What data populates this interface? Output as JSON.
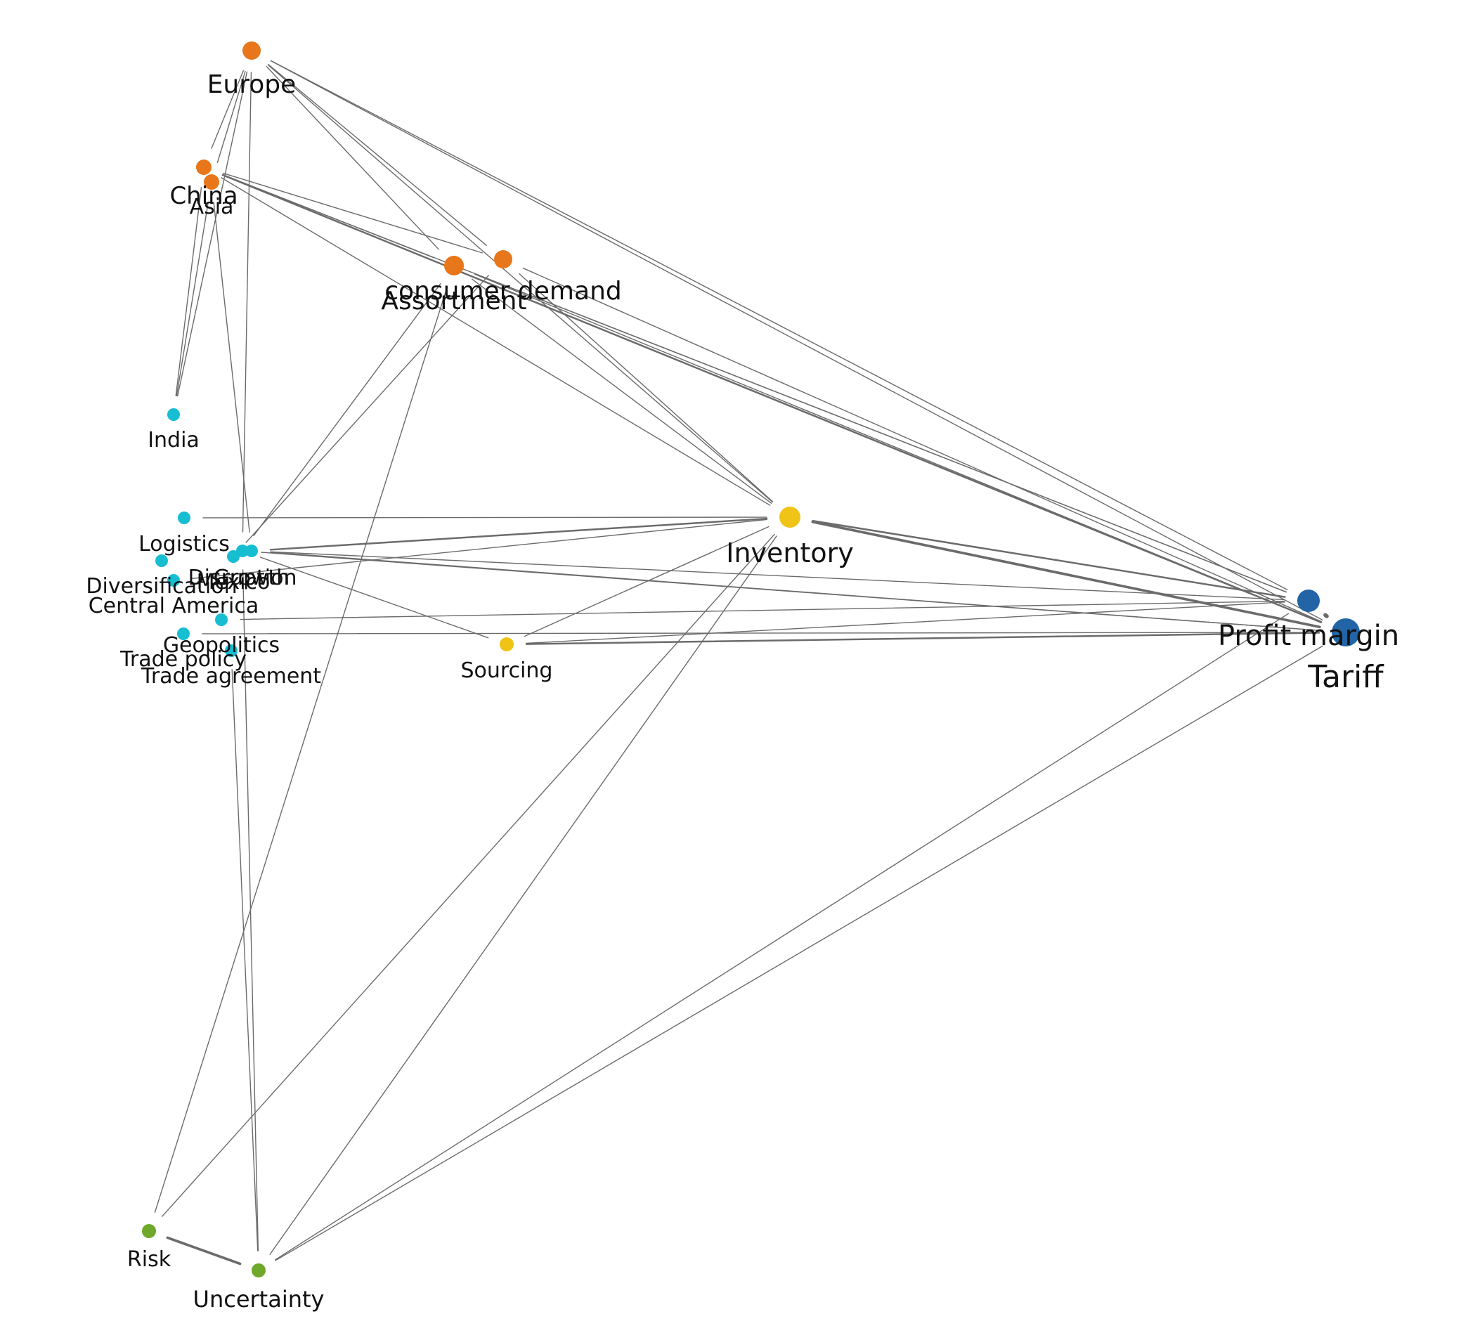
{
  "colors": {
    "orange": "#e8761a",
    "cyan": "#17bdd1",
    "yellow": "#efc417",
    "blue": "#2264a6",
    "green": "#6fa82a",
    "edge": "#6b6b6b"
  },
  "graph": {
    "nodes": [
      {
        "id": "europe",
        "label": "Europe",
        "group": "orange"
      },
      {
        "id": "china",
        "label": "China",
        "group": "orange"
      },
      {
        "id": "asia",
        "label": "Asia",
        "group": "orange"
      },
      {
        "id": "consumer-demand",
        "label": "consumer demand",
        "group": "orange"
      },
      {
        "id": "assortment",
        "label": "Assortment",
        "group": "orange"
      },
      {
        "id": "india",
        "label": "India",
        "group": "cyan"
      },
      {
        "id": "logistics",
        "label": "Logistics",
        "group": "cyan"
      },
      {
        "id": "disruption",
        "label": "Disruption",
        "group": "cyan"
      },
      {
        "id": "growth",
        "label": "Growth",
        "group": "cyan"
      },
      {
        "id": "mexico",
        "label": "Mexico",
        "group": "cyan"
      },
      {
        "id": "diversification",
        "label": "Diversification",
        "group": "cyan"
      },
      {
        "id": "central-america",
        "label": "Central America",
        "group": "cyan"
      },
      {
        "id": "geopolitics",
        "label": "Geopolitics",
        "group": "cyan"
      },
      {
        "id": "trade-policy",
        "label": "Trade policy",
        "group": "cyan"
      },
      {
        "id": "trade-agreement",
        "label": "Trade agreement",
        "group": "cyan"
      },
      {
        "id": "inventory",
        "label": "Inventory",
        "group": "yellow"
      },
      {
        "id": "sourcing",
        "label": "Sourcing",
        "group": "yellow"
      },
      {
        "id": "profit-margin",
        "label": "Profit margin",
        "group": "blue"
      },
      {
        "id": "tariff",
        "label": "Tariff",
        "group": "blue"
      },
      {
        "id": "risk",
        "label": "Risk",
        "group": "green"
      },
      {
        "id": "uncertainty",
        "label": "Uncertainty",
        "group": "green"
      }
    ],
    "edges": [
      {
        "source": "europe",
        "target": "china",
        "weight": 1
      },
      {
        "source": "europe",
        "target": "asia",
        "weight": 1
      },
      {
        "source": "europe",
        "target": "india",
        "weight": 1
      },
      {
        "source": "europe",
        "target": "disruption",
        "weight": 1
      },
      {
        "source": "europe",
        "target": "assortment",
        "weight": 1
      },
      {
        "source": "europe",
        "target": "consumer-demand",
        "weight": 1
      },
      {
        "source": "europe",
        "target": "inventory",
        "weight": 1
      },
      {
        "source": "europe",
        "target": "profit-margin",
        "weight": 1
      },
      {
        "source": "europe",
        "target": "tariff",
        "weight": 1
      },
      {
        "source": "china",
        "target": "india",
        "weight": 1
      },
      {
        "source": "asia",
        "target": "india",
        "weight": 1
      },
      {
        "source": "china",
        "target": "consumer-demand",
        "weight": 1
      },
      {
        "source": "china",
        "target": "assortment",
        "weight": 1
      },
      {
        "source": "china",
        "target": "inventory",
        "weight": 1
      },
      {
        "source": "china",
        "target": "profit-margin",
        "weight": 1
      },
      {
        "source": "china",
        "target": "tariff",
        "weight": 2
      },
      {
        "source": "asia",
        "target": "growth",
        "weight": 1
      },
      {
        "source": "consumer-demand",
        "target": "inventory",
        "weight": 1
      },
      {
        "source": "consumer-demand",
        "target": "tariff",
        "weight": 1
      },
      {
        "source": "consumer-demand",
        "target": "mexico",
        "weight": 1
      },
      {
        "source": "assortment",
        "target": "disruption",
        "weight": 1
      },
      {
        "source": "assortment",
        "target": "inventory",
        "weight": 1
      },
      {
        "source": "assortment",
        "target": "profit-margin",
        "weight": 1
      },
      {
        "source": "assortment",
        "target": "tariff",
        "weight": 1
      },
      {
        "source": "assortment",
        "target": "risk",
        "weight": 1
      },
      {
        "source": "logistics",
        "target": "inventory",
        "weight": 1
      },
      {
        "source": "growth",
        "target": "inventory",
        "weight": 2
      },
      {
        "source": "growth",
        "target": "profit-margin",
        "weight": 1
      },
      {
        "source": "growth",
        "target": "tariff",
        "weight": 1
      },
      {
        "source": "disruption",
        "target": "sourcing",
        "weight": 1
      },
      {
        "source": "disruption",
        "target": "tariff",
        "weight": 1
      },
      {
        "source": "central-america",
        "target": "inventory",
        "weight": 1
      },
      {
        "source": "geopolitics",
        "target": "profit-margin",
        "weight": 1
      },
      {
        "source": "trade-policy",
        "target": "tariff",
        "weight": 1
      },
      {
        "source": "trade-agreement",
        "target": "uncertainty",
        "weight": 1
      },
      {
        "source": "disruption",
        "target": "uncertainty",
        "weight": 1
      },
      {
        "source": "sourcing",
        "target": "inventory",
        "weight": 1
      },
      {
        "source": "sourcing",
        "target": "profit-margin",
        "weight": 1
      },
      {
        "source": "sourcing",
        "target": "tariff",
        "weight": 2
      },
      {
        "source": "inventory",
        "target": "profit-margin",
        "weight": 2
      },
      {
        "source": "inventory",
        "target": "tariff",
        "weight": 3
      },
      {
        "source": "inventory",
        "target": "risk",
        "weight": 1
      },
      {
        "source": "inventory",
        "target": "uncertainty",
        "weight": 1
      },
      {
        "source": "profit-margin",
        "target": "tariff",
        "weight": 5
      },
      {
        "source": "profit-margin",
        "target": "uncertainty",
        "weight": 1
      },
      {
        "source": "tariff",
        "target": "uncertainty",
        "weight": 1
      },
      {
        "source": "risk",
        "target": "uncertainty",
        "weight": 3
      }
    ]
  }
}
